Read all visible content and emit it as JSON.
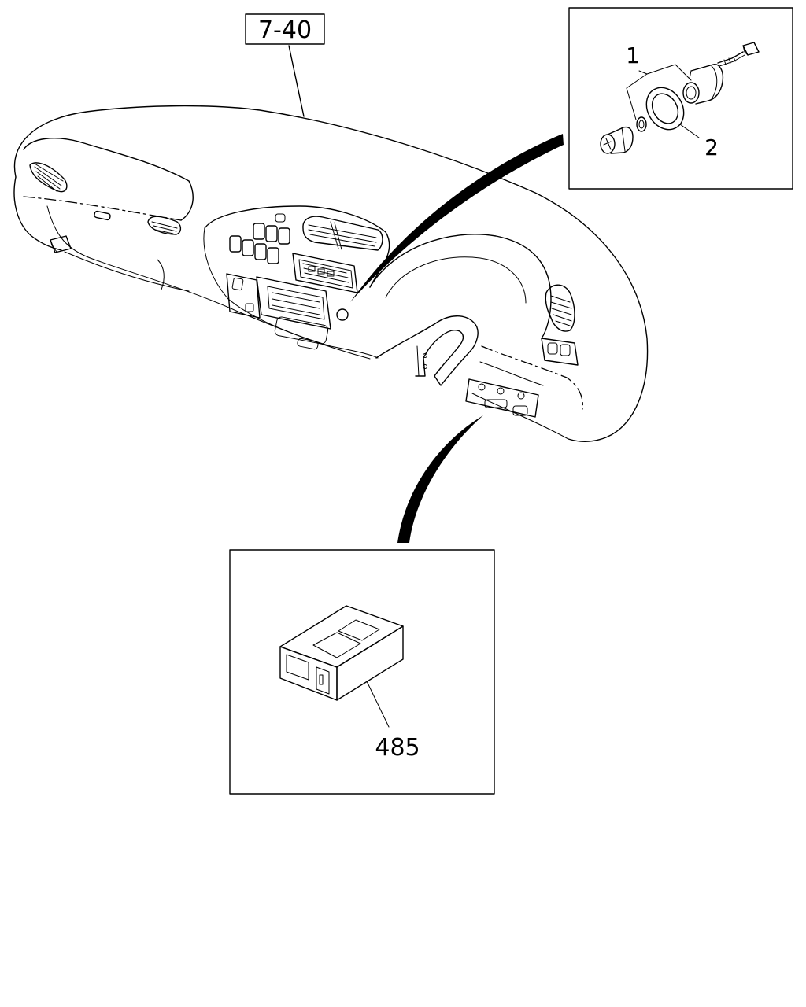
{
  "callouts": {
    "ref_label": "7-40",
    "part_1": "1",
    "part_2": "2",
    "part_485": "485"
  }
}
